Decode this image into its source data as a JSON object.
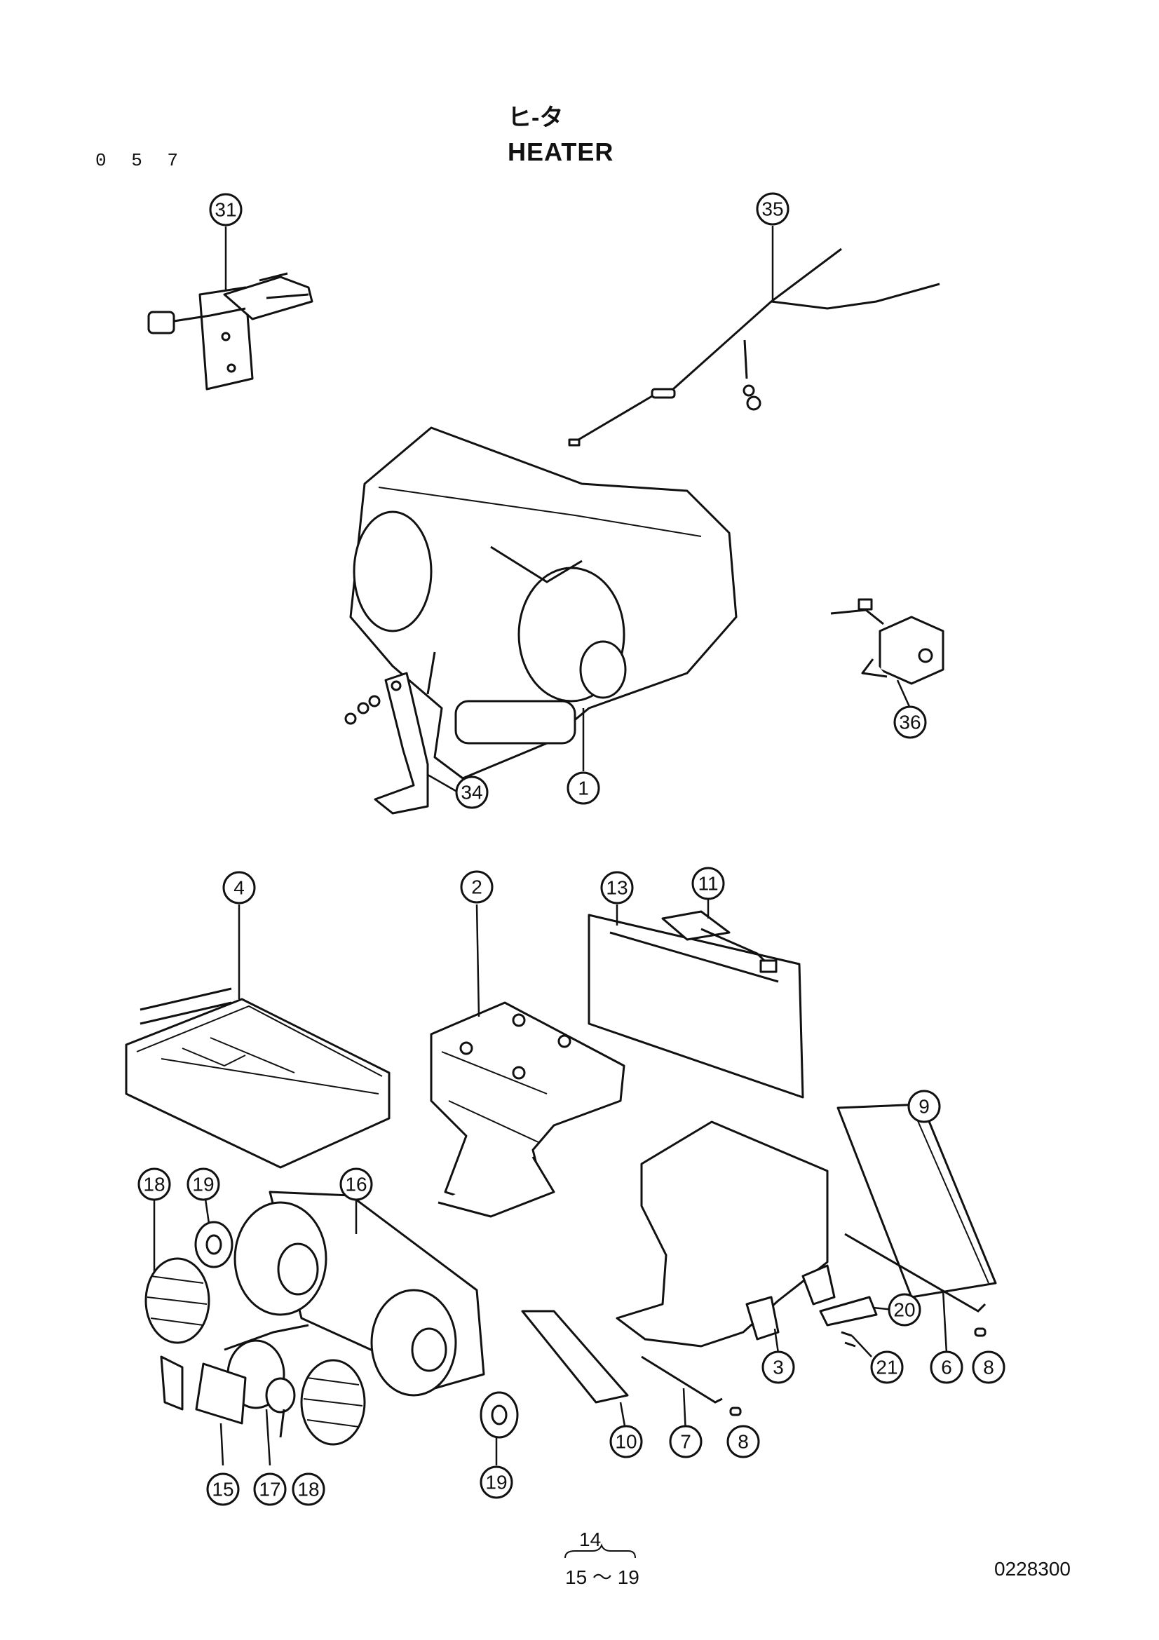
{
  "header": {
    "page_code": "0 5 7",
    "title_jp": "ヒ-タ",
    "title_en": "HEATER"
  },
  "footer": {
    "ref_top": "14",
    "ref_bottom": "15 ～ 19",
    "drawing_number": "0228300"
  },
  "callouts": [
    "31",
    "35",
    "36",
    "34",
    "1",
    "4",
    "2",
    "13",
    "11",
    "9",
    "18",
    "19",
    "16",
    "20",
    "3",
    "21",
    "6",
    "8",
    "10",
    "7",
    "8",
    "15",
    "17",
    "18",
    "19"
  ]
}
